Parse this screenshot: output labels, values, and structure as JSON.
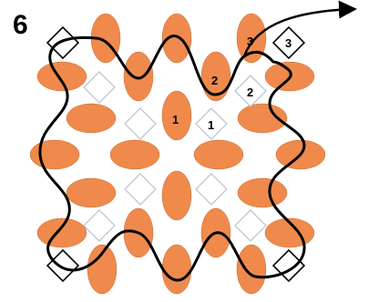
{
  "step_number": "6",
  "colors": {
    "bead": "#EF8A4C",
    "bead_stroke": "#C86A30",
    "seed_fill": "#FFFFFF",
    "seed_stroke": "#B9C3CC",
    "outline_stroke": "#000000",
    "path_stroke": "#000000"
  },
  "bead_labels": {
    "oval_1": "1",
    "seed_1": "1",
    "oval_2": "2",
    "seed_2": "2",
    "oval_3": "3",
    "seed_3": "3"
  }
}
